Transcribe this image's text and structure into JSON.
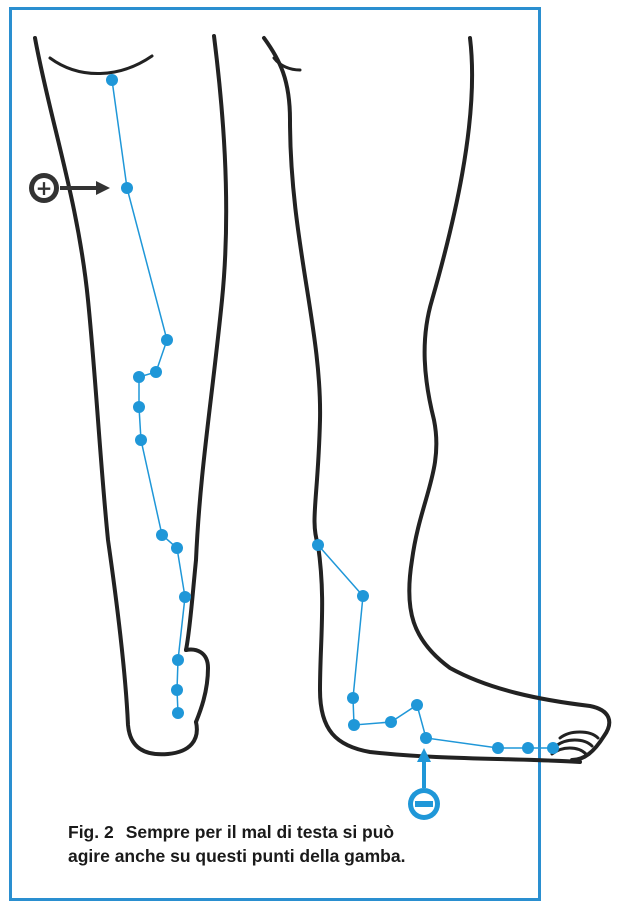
{
  "caption": {
    "figure_number": "Fig. 2",
    "line1": "Sempre per il mal di testa si può",
    "line2": "agire anche su questi punti della gamba."
  },
  "markers": {
    "plus_symbol": "+",
    "minus_symbol": "−",
    "plus_icon": "plus-circle-icon",
    "minus_icon": "minus-circle-icon"
  },
  "colors": {
    "frame": "#2a8fd0",
    "points": "#1f97d8",
    "outline": "#222222"
  }
}
